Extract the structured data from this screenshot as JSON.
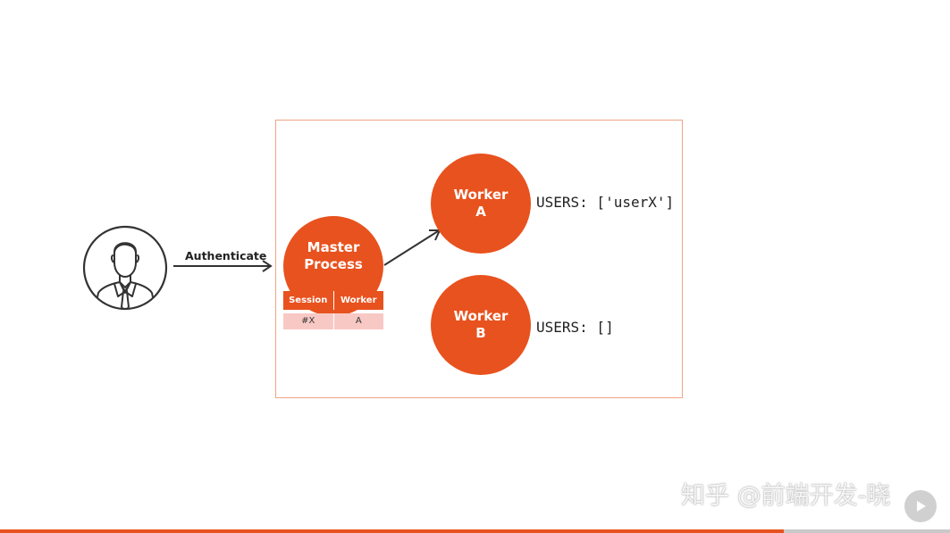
{
  "diagram": {
    "authenticate_label": "Authenticate",
    "master": {
      "line1": "Master",
      "line2": "Process"
    },
    "session_table": {
      "headers": [
        "Session",
        "Worker"
      ],
      "rows": [
        [
          "#X",
          "A"
        ]
      ]
    },
    "worker_a": {
      "line1": "Worker",
      "line2": "A",
      "users_text": "USERS: ['userX']"
    },
    "worker_b": {
      "line1": "Worker",
      "line2": "B",
      "users_text": "USERS: []"
    },
    "accent_color": "#e8521e"
  },
  "watermark": {
    "text": "知乎 @前端开发-晓"
  },
  "player": {
    "progress_fraction": 0.825,
    "play_icon": "play-icon"
  }
}
